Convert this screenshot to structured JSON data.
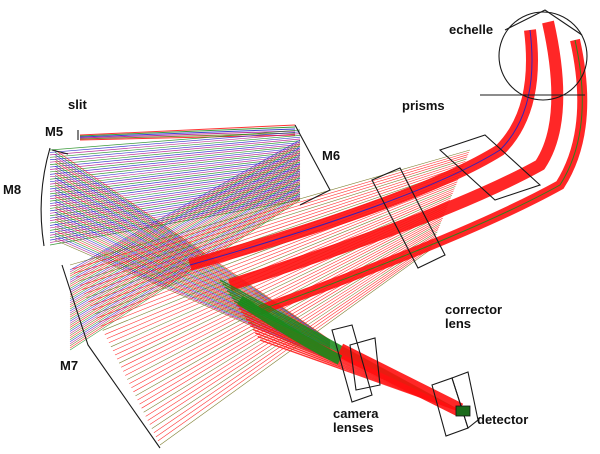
{
  "labels": {
    "echelle": "echelle",
    "slit": "slit",
    "prisms": "prisms",
    "m5": "M5",
    "m6": "M6",
    "m8": "M8",
    "m7": "M7",
    "corrector_lens": "corrector\nlens",
    "camera_lenses": "camera\nlenses",
    "detector": "detector"
  },
  "beam_colors": {
    "red": "#ff1010",
    "green": "#1a8a1a",
    "blue": "#2020c8",
    "magenta": "#b0108a",
    "olive": "#6a6a10"
  }
}
